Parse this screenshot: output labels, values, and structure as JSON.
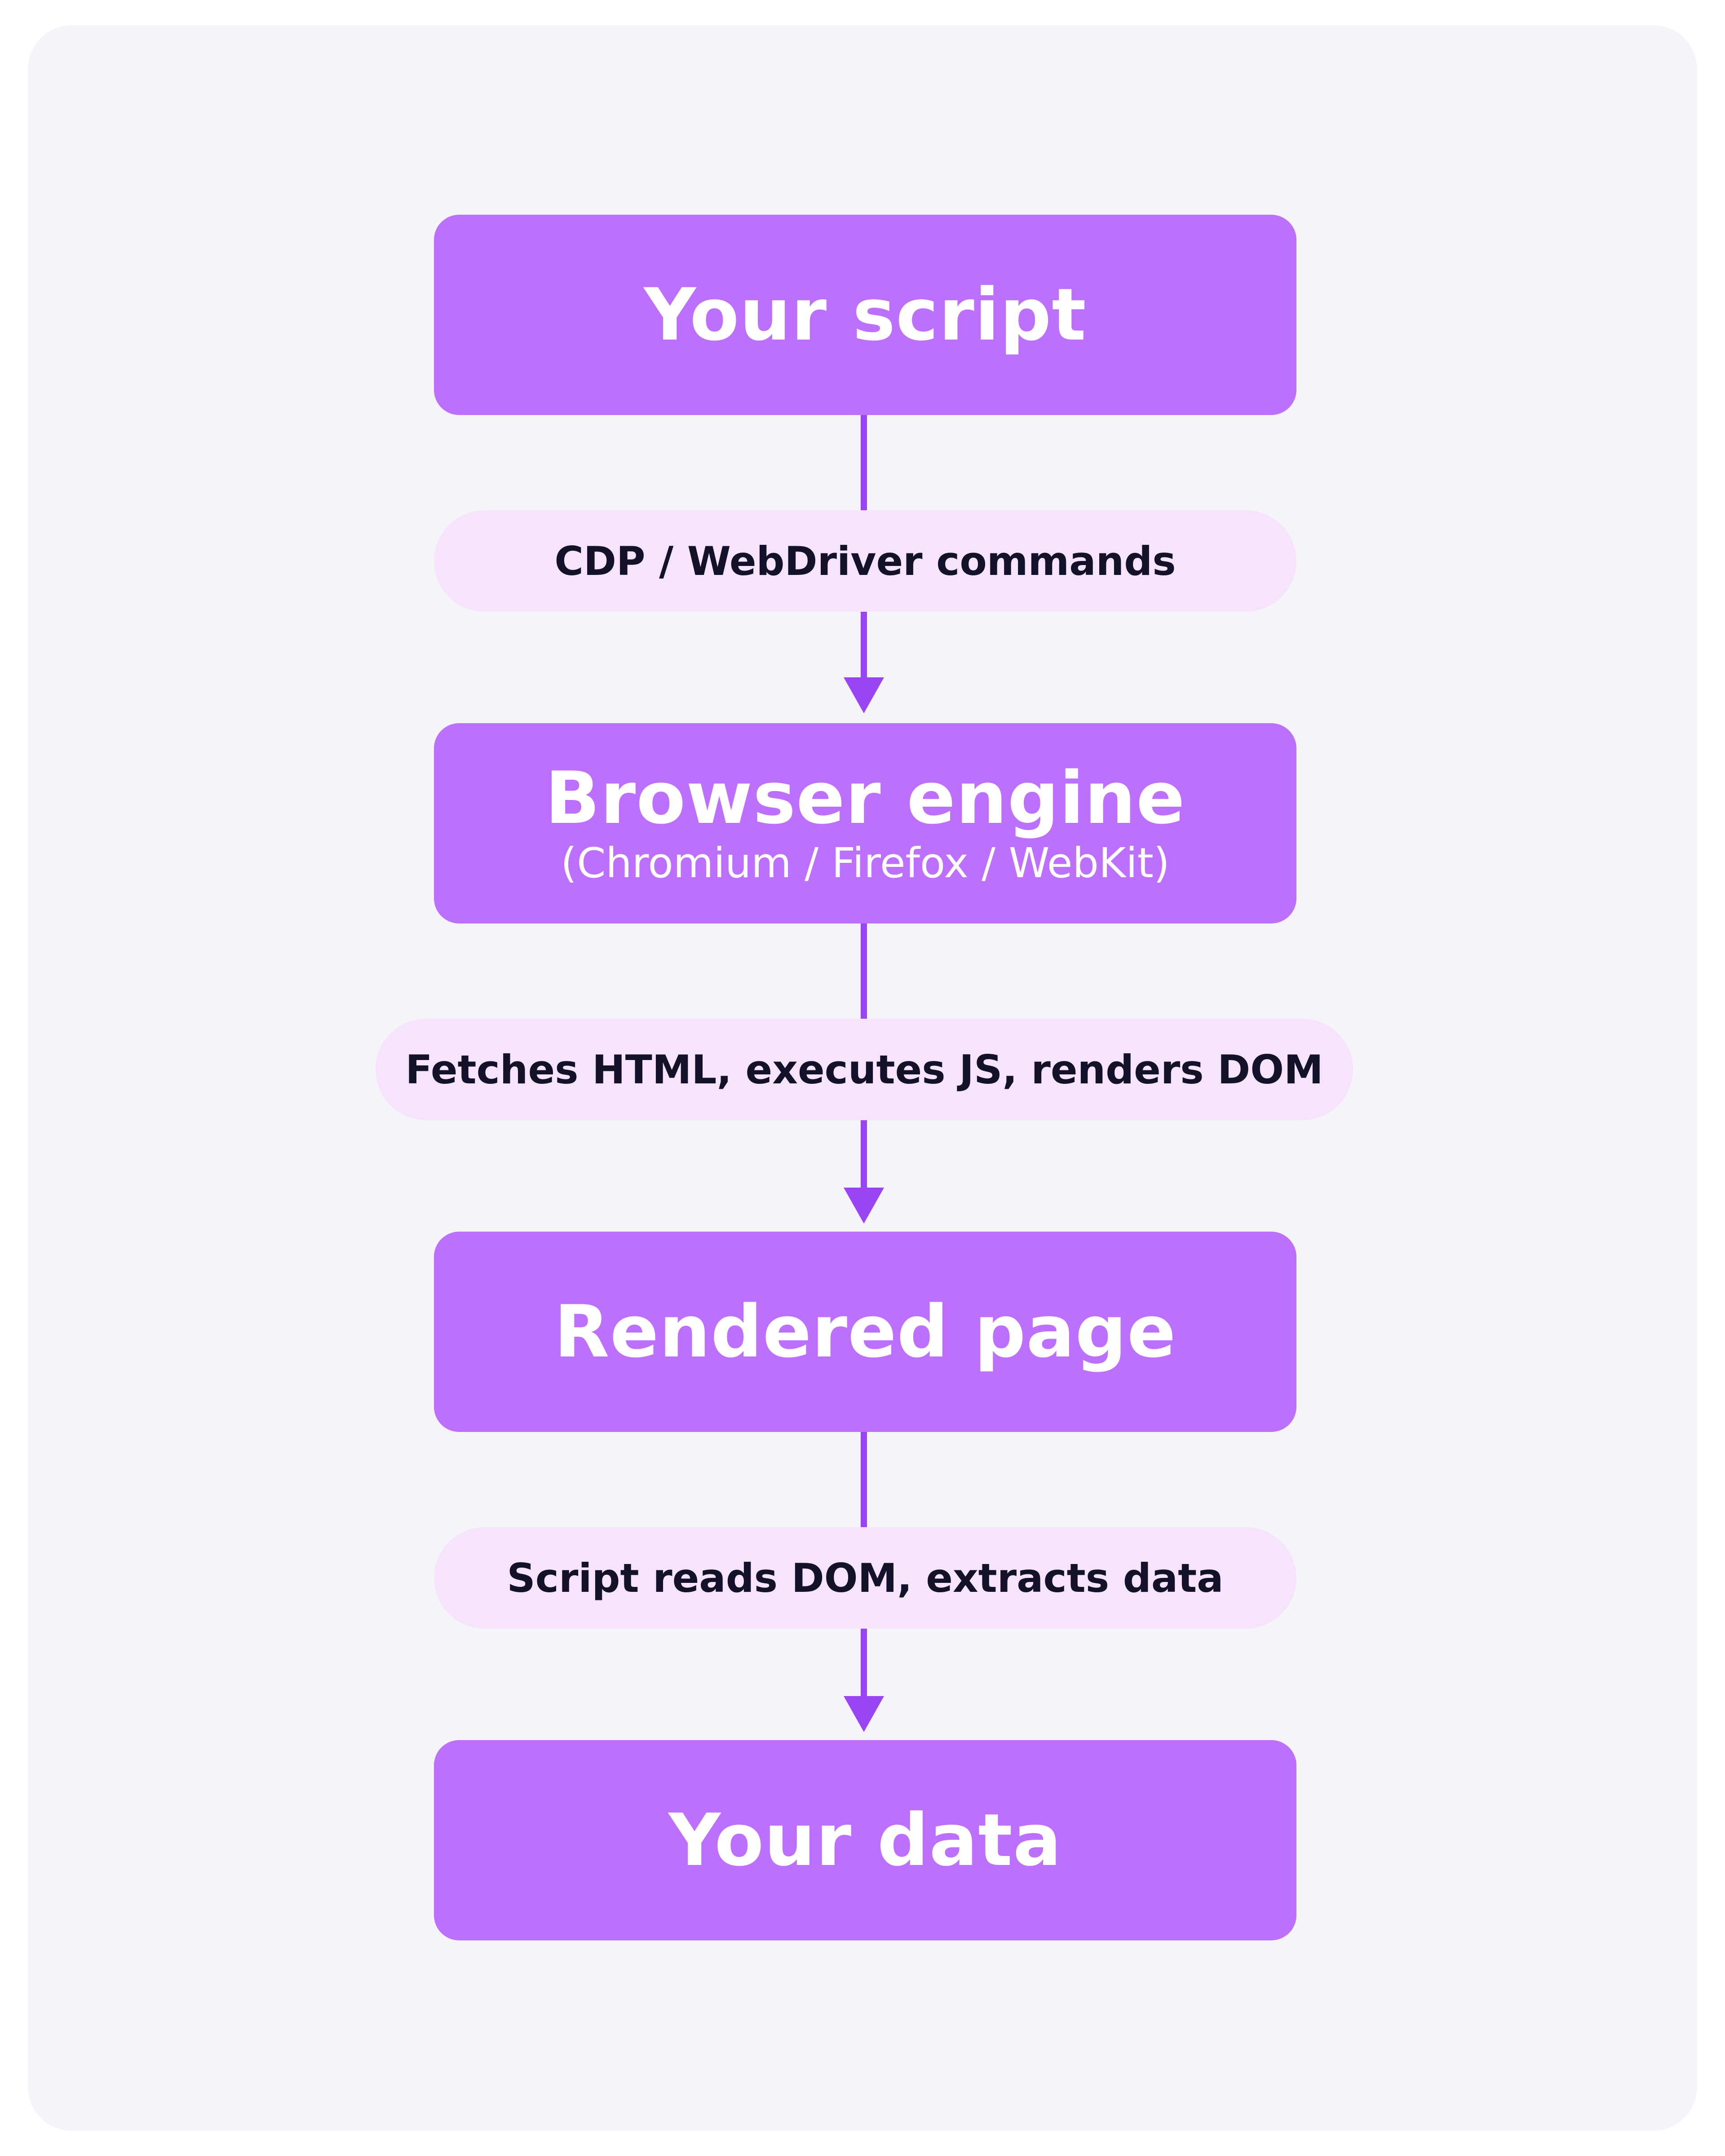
{
  "diagram": {
    "type": "flowchart",
    "direction": "top-to-bottom",
    "colors": {
      "card_background": "#f5f5f9",
      "node_fill": "#bd70fd",
      "node_text": "#ffffff",
      "edge_label_fill": "#f5e4fb",
      "edge_label_text": "#14112a",
      "connector": "#9a45f3"
    },
    "nodes": [
      {
        "id": "script",
        "title": "Your script",
        "subtitle": ""
      },
      {
        "id": "engine",
        "title": "Browser engine",
        "subtitle": "(Chromium / Firefox / WebKit)"
      },
      {
        "id": "page",
        "title": "Rendered page",
        "subtitle": ""
      },
      {
        "id": "data",
        "title": "Your data",
        "subtitle": ""
      }
    ],
    "edges": [
      {
        "from": "script",
        "to": "engine",
        "label": "CDP / WebDriver commands"
      },
      {
        "from": "engine",
        "to": "page",
        "label": "Fetches HTML, executes JS, renders DOM"
      },
      {
        "from": "page",
        "to": "data",
        "label": "Script reads DOM, extracts data"
      }
    ]
  }
}
